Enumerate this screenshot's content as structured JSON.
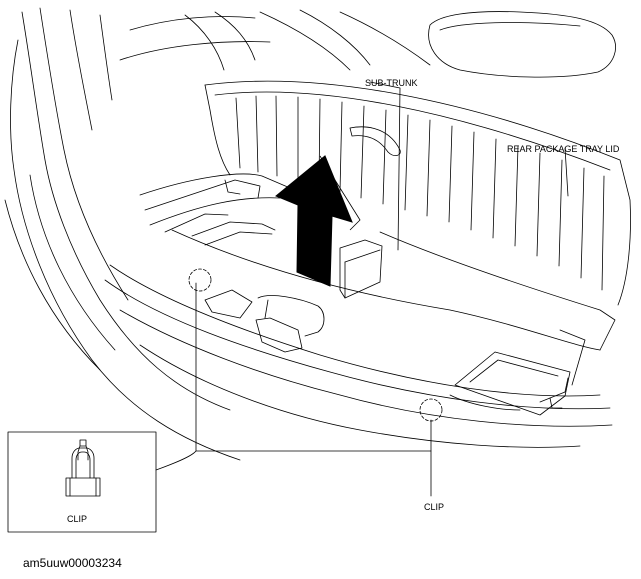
{
  "labels": {
    "sub_trunk": "SUB-TRUNK",
    "rear_package_tray_lid": "REAR PACKAGE TRAY LID",
    "clip_main": "CLIP",
    "clip_inset": "CLIP"
  },
  "figure_id": "am5uuw00003234"
}
